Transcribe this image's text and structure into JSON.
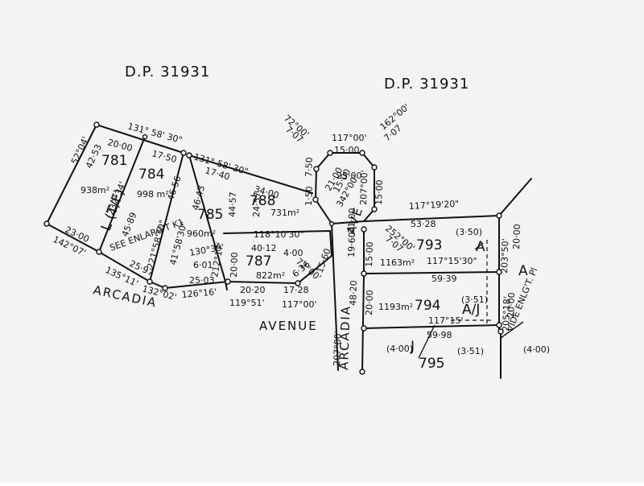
{
  "plan": {
    "dp_labels": [
      "D.P. 31931",
      "D.P. 31931"
    ],
    "streets": {
      "arcadia_west": "ARCADIA",
      "avenue": "AVENUE",
      "arcadia_south": "ARCADIA",
      "ave": "AVE"
    },
    "lots": [
      {
        "number": "781",
        "area": "938m²"
      },
      {
        "number": "784",
        "area": "998 m²"
      },
      {
        "number": "785",
        "area": "960m²"
      },
      {
        "number": "788",
        "area": "731m²"
      },
      {
        "number": "787",
        "area": "822m²"
      },
      {
        "number": "793",
        "area": "1163m²"
      },
      {
        "number": "794",
        "area": "1193m²"
      },
      {
        "number": "795",
        "area": ""
      }
    ],
    "annotations": {
      "lt": "L (T/F)",
      "see_enlarg": "SEE ENLARG'T K1",
      "vide": "VIDE ENLG'T. Pl",
      "a_upper": "A",
      "a_mid": "A",
      "aj": "A/J",
      "j": "J"
    },
    "measurements": [
      "131° 58' 30\"",
      "20·00",
      "17·50",
      "52°04'",
      "42·53",
      "232°34'",
      "45·89",
      "46·56",
      "23·00",
      "142°07'",
      "25·97",
      "135°11'",
      "221°58'30\"",
      "41°58'30\"",
      "46·43",
      "131° 58' 30\"",
      "17·40",
      "34·00",
      "44·57",
      "24·57",
      "1·50",
      "7·50",
      "72°00'",
      "7·07",
      "117°00'",
      "15·00",
      "162°00'",
      "7·07",
      "25·00",
      "21·00",
      "15·00",
      "342°00'",
      "207°00'",
      "15·00",
      "118°10'30\"",
      "40·12",
      "4·00",
      "212°17'",
      "130°39'",
      "6·01",
      "20·00",
      "72°00'",
      "15·60",
      "25·03",
      "132°02'",
      "126°16'",
      "20·20",
      "17·28",
      "6·36",
      "119°51'",
      "117°00'",
      "117°19'20\"",
      "252°00'",
      "7·07",
      "53·28",
      "(3·50)",
      "203°50'",
      "20·00",
      "15·00",
      "117°15'30\"",
      "21·00",
      "19·60",
      "59·39",
      "48·20",
      "20·00",
      "(3·51)",
      "117°15'",
      "59·98",
      "(4·00)",
      "(3·51)",
      "205°18'",
      "20·00",
      "(4·00)",
      "207°00'"
    ]
  }
}
